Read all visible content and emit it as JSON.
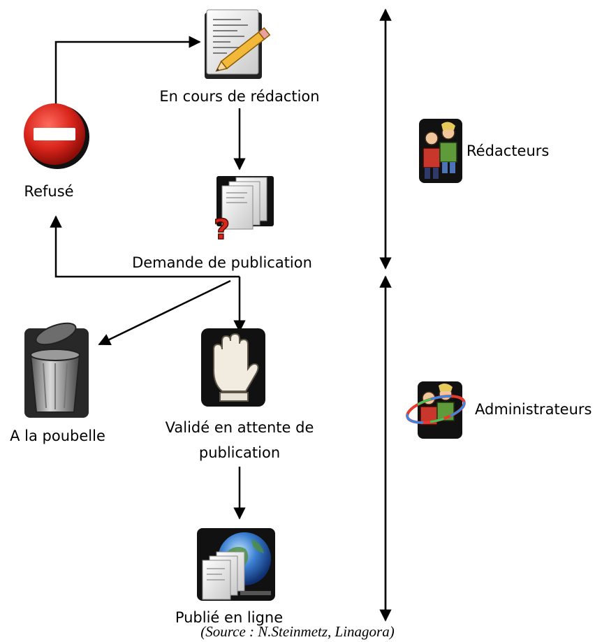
{
  "states": {
    "drafting": "En cours de rédaction",
    "refused": "Refusé",
    "request": "Demande de publication",
    "trash": "A la poubelle",
    "validated_line1": "Validé en attente de",
    "validated_line2": "publication",
    "published": "Publié en ligne"
  },
  "roles": {
    "editors": "Rédacteurs",
    "admins": "Administrateurs"
  },
  "source": "(Source : N.Steinmetz, Linagora)",
  "icons": {
    "drafting": "document-pencil-icon",
    "refused": "no-entry-icon",
    "request": "documents-question-icon",
    "trash": "trash-can-icon",
    "validated": "stop-hand-icon",
    "published": "documents-globe-icon",
    "editors": "users-icon",
    "admins": "admin-users-icon"
  }
}
